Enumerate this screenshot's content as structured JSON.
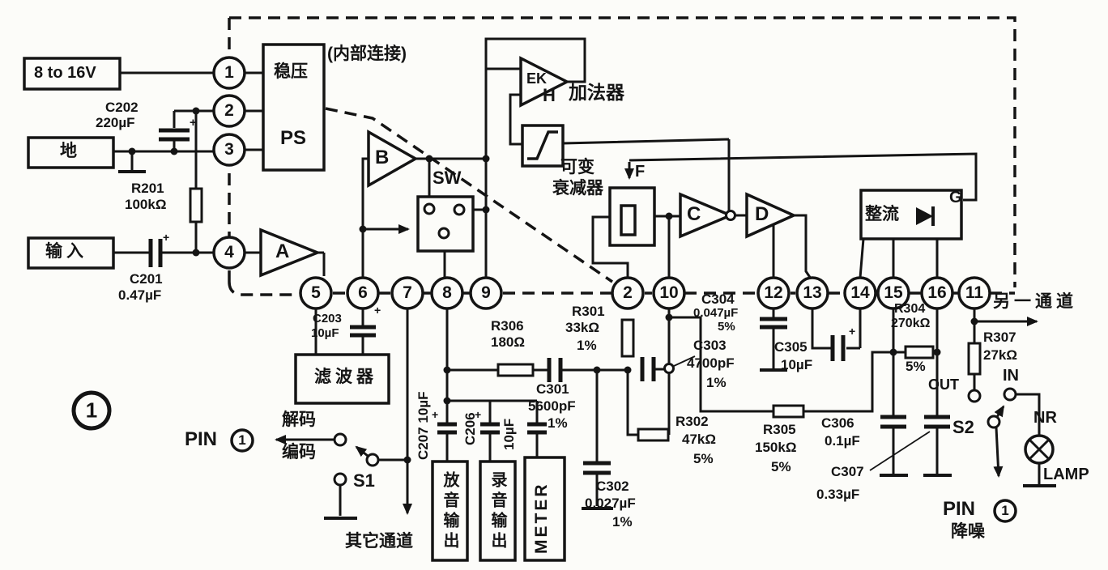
{
  "figure": {
    "number": "1"
  },
  "io": {
    "power": "8 to 16V",
    "ground": "地",
    "input": "输入"
  },
  "ic": {
    "regulator": "稳压",
    "power_supply": "PS",
    "internal_note": "(内部连接)",
    "switch": "SW",
    "attenuator_line1": "可变",
    "attenuator_line2": "衰减器",
    "attenuator_ctrl": "F",
    "rectifier": "整流",
    "rectifier_out": "G",
    "adder_amp": "EK",
    "adder_in": "H",
    "adder_label": "加法器",
    "filter": "滤波器",
    "amps": {
      "a": "A",
      "b": "B",
      "c": "C",
      "d": "D"
    }
  },
  "pins": {
    "top": [
      "1",
      "2",
      "3",
      "4"
    ],
    "bottom": [
      "5",
      "6",
      "7",
      "8",
      "9",
      "2",
      "10",
      "12",
      "13",
      "14",
      "15",
      "16",
      "11"
    ]
  },
  "components": {
    "c201": {
      "ref": "C201",
      "value": "0.47µF"
    },
    "c202": {
      "ref": "C202",
      "value": "220µF"
    },
    "c203": {
      "ref": "C203",
      "value": "10µF"
    },
    "c206": {
      "ref": "C206",
      "value": "10µF"
    },
    "c207": {
      "ref": "C207 10µF"
    },
    "r201": {
      "ref": "R201",
      "value": "100kΩ"
    },
    "r301": {
      "ref": "R301",
      "value": "33kΩ",
      "tol": "1%"
    },
    "r302": {
      "ref": "R302",
      "value": "47kΩ",
      "tol": "5%"
    },
    "r304": {
      "ref": "R304",
      "value": "270kΩ",
      "tol": "5%"
    },
    "r305": {
      "ref": "R305",
      "value": "150kΩ",
      "tol": "5%"
    },
    "r306": {
      "ref": "R306",
      "value": "180Ω"
    },
    "r307": {
      "ref": "R307",
      "value": "27kΩ"
    },
    "c301": {
      "ref": "C301",
      "value": "5600pF",
      "tol": "1%"
    },
    "c302": {
      "ref": "C302",
      "value": "0.027µF",
      "tol": "1%"
    },
    "c303": {
      "ref": "C303",
      "value": "4700pF",
      "tol": "1%"
    },
    "c304": {
      "ref": "C304",
      "value": "0.047µF",
      "tol": "5%"
    },
    "c305": {
      "ref": "C305",
      "value": "10µF"
    },
    "c306": {
      "ref": "C306",
      "value": "0.1µF"
    },
    "c307": {
      "ref": "C307",
      "value": "0.33µF"
    },
    "polarity_mark": "+"
  },
  "switches": {
    "s1": {
      "label": "S1",
      "mode_up": "解码",
      "mode_down": "编码",
      "target": "PIN",
      "target_pin": "1"
    },
    "s2": {
      "label": "S2",
      "pos_out": "OUT",
      "pos_in": "IN",
      "target": "PIN",
      "target_pin": "1",
      "target_note": "降噪"
    }
  },
  "lamp": {
    "nr": "NR",
    "label": "LAMP"
  },
  "channels": {
    "other_right": "另一通道",
    "other_down": "其它通道"
  },
  "outputs": {
    "playback": "放音输出",
    "record": "录音输出",
    "meter": "METER"
  }
}
